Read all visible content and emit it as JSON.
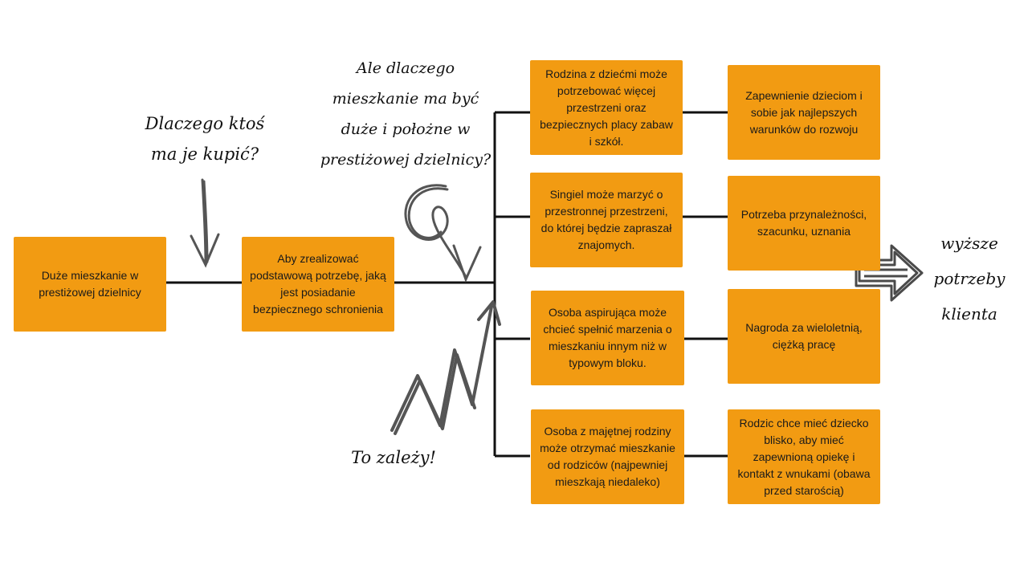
{
  "root": {
    "label": "Duże mieszkanie w prestiżowej dzielnicy"
  },
  "basic_need": {
    "label": "Aby zrealizować podstawową potrzebę, jaką jest posiadanie bezpiecznego schronienia"
  },
  "question_1": {
    "lines": [
      "Dlaczego ktoś",
      "ma je kupić?"
    ]
  },
  "question_2": {
    "lines": [
      "Ale dlaczego",
      "mieszkanie ma być",
      "duże i położne w",
      "prestiżowej dzielnicy?"
    ]
  },
  "depends": {
    "label": "To zależy!"
  },
  "higher_needs": {
    "lines": [
      "wyższe",
      "potrzeby",
      "klienta"
    ]
  },
  "branches": [
    {
      "situation": "Rodzina z dziećmi może potrzebować więcej przestrzeni oraz bezpiecznych placy zabaw i szkół.",
      "need": "Zapewnienie dzieciom i sobie jak najlepszych warunków do rozwoju"
    },
    {
      "situation": "Singiel może marzyć o przestronnej przestrzeni, do której będzie zapraszał znajomych.",
      "need": "Potrzeba przynależności, szacunku, uznania"
    },
    {
      "situation": "Osoba aspirująca może chcieć spełnić marzenia o mieszkaniu innym niż w typowym bloku.",
      "need": "Nagroda za wieloletnią, ciężką pracę"
    },
    {
      "situation": "Osoba z majętnej rodziny może otrzymać mieszkanie od rodziców (najpewniej mieszkają niedaleko)",
      "need": "Rodzic chce mieć dziecko blisko, aby mieć zapewnioną opiekę i kontakt z wnukami (obawa przed starością)"
    }
  ],
  "colors": {
    "box": "#F29B12",
    "line": "#111111",
    "arrow": "#555555"
  }
}
